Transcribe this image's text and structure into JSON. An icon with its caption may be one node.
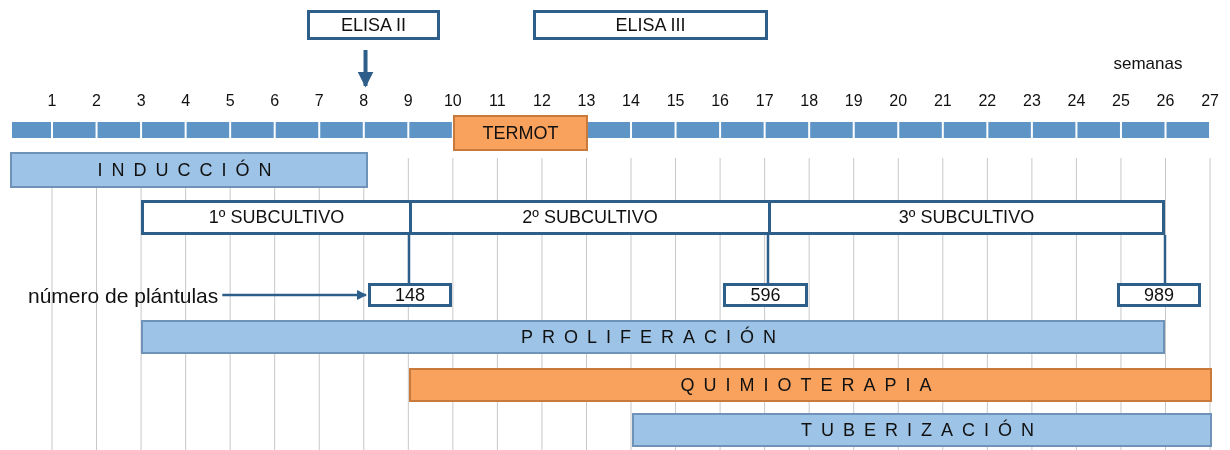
{
  "diagram": {
    "nodes": [
      {
        "text": [
          "ELISA  II"
        ]
      },
      {
        "text": [
          "ELISA  III"
        ]
      },
      {
        "text": [
          "TERMOT"
        ]
      },
      {
        "text": [
          "INDUCCIÓN"
        ]
      },
      {
        "text": [
          "1º SUBCULTIVO"
        ]
      },
      {
        "text": [
          "2º SUBCULTIVO"
        ]
      },
      {
        "text": [
          "3º SUBCULTIVO"
        ]
      },
      {
        "text": [
          "número de plántulas"
        ]
      },
      {
        "text": [
          "148"
        ]
      },
      {
        "text": [
          "596"
        ]
      },
      {
        "text": [
          "989"
        ]
      },
      {
        "text": [
          "PROLIFERACIÓN"
        ]
      },
      {
        "text": [
          "QUIMIOTERAPIA"
        ]
      },
      {
        "text": [
          "TUBERIZACIÓN"
        ]
      },
      {
        "text": [
          "8"
        ]
      }
    ],
    "edges": [
      {
        "from": 0,
        "to": 14,
        "arrow": "to"
      },
      {
        "from": 7,
        "to": 8,
        "arrow": "to"
      },
      {
        "from": 4,
        "to": 8,
        "arrow": "none"
      },
      {
        "from": 5,
        "to": 9,
        "arrow": "none"
      },
      {
        "from": 6,
        "to": 10,
        "arrow": "none"
      }
    ],
    "labels": [
      "semanas",
      "1",
      "2",
      "3",
      "4",
      "5",
      "6",
      "7",
      "9",
      "10",
      "11",
      "12",
      "13",
      "14",
      "15",
      "16",
      "17",
      "18",
      "19",
      "20",
      "21",
      "22",
      "23",
      "24",
      "25",
      "26",
      "27"
    ]
  }
}
